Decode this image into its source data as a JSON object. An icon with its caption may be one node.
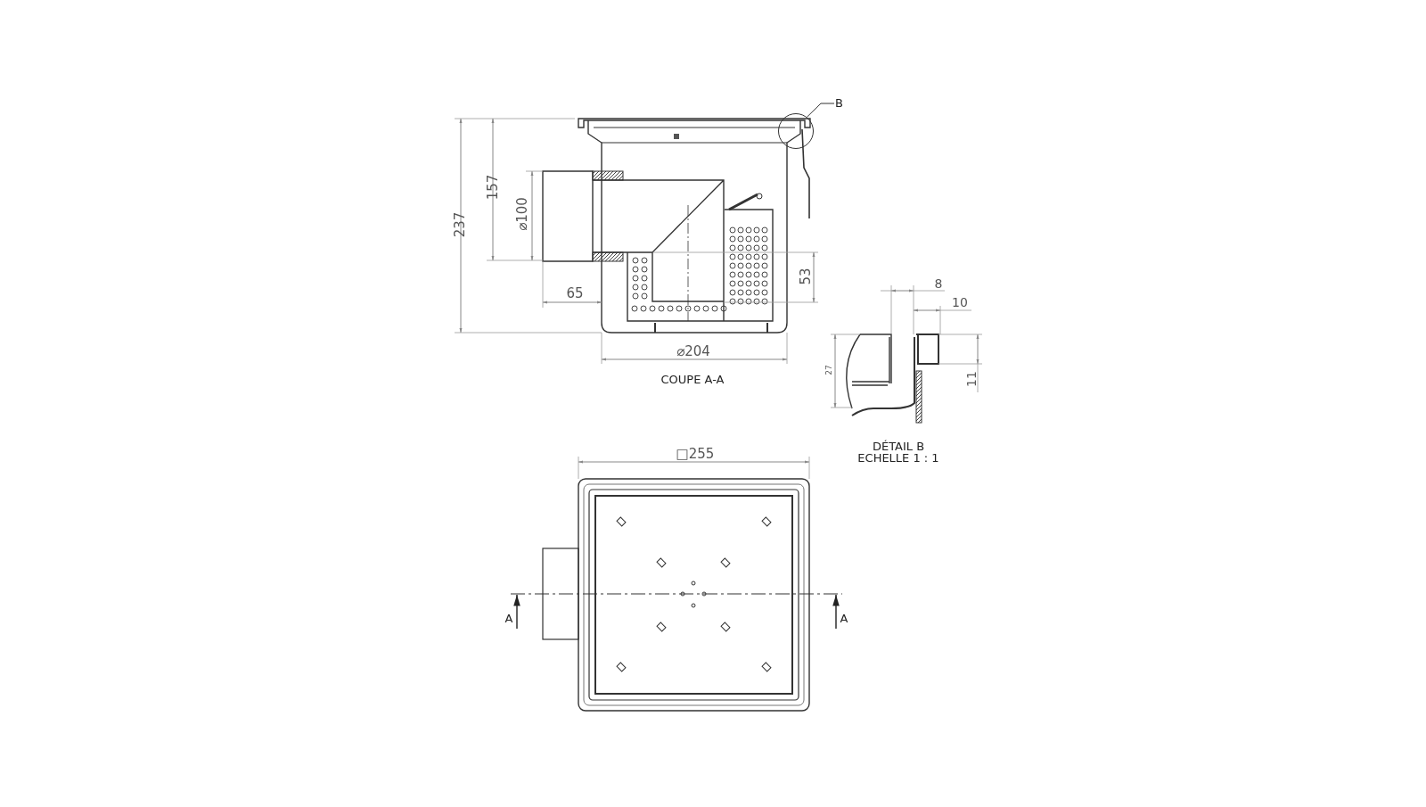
{
  "diagram": {
    "nodes": [
      {
        "text": [
          "B"
        ]
      },
      {
        "text": [],
        "shape": "circle"
      }
    ],
    "edges": [
      {
        "from": 0,
        "to": 1,
        "arrow": "none"
      }
    ],
    "labels": [
      "237",
      "157",
      "⌀100",
      "65",
      "53",
      "⌀204",
      "COUPE A-A",
      "8",
      "10",
      "27",
      "11",
      "DÉTAIL B ECHELLE 1 : 1",
      "□255",
      "A",
      "A"
    ]
  }
}
